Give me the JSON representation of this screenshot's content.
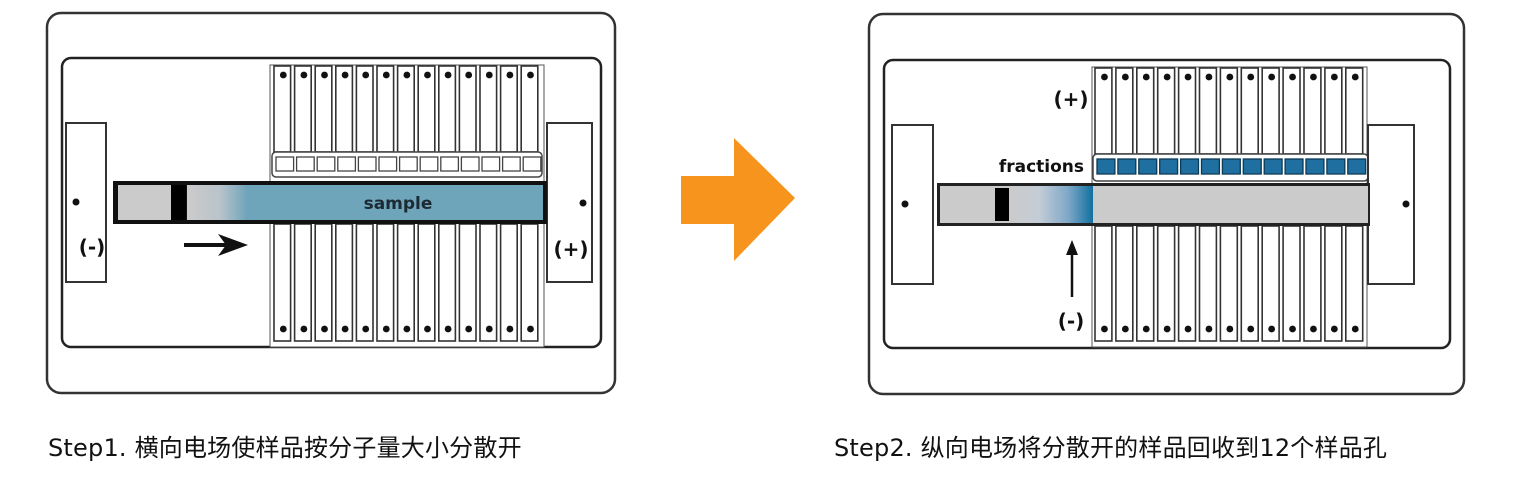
{
  "colors": {
    "sample_blue": "#6fa5ba",
    "fraction_blue": "#1f6fa1",
    "gel_gray": "#cbcbcb",
    "arrow_orange": "#f7941e",
    "outline": "#222222"
  },
  "step1": {
    "caption": "Step1. 横向电场使样品按分子量大小分散开",
    "sample_label": "sample",
    "anode_label": "(+)",
    "cathode_label": "(-)",
    "field_direction_icon": "arrow-right-icon",
    "electrode_strip_count": 13,
    "empty_well_count": 13
  },
  "transition": {
    "icon": "orange-arrow-right-icon"
  },
  "step2": {
    "caption": "Step2. 纵向电场将分散开的样品回收到12个样品孔",
    "fractions_label": "fractions",
    "anode_label": "(+)",
    "cathode_label": "(-)",
    "field_direction_icon": "arrow-up-icon",
    "electrode_strip_count": 13,
    "filled_well_count": 13
  }
}
